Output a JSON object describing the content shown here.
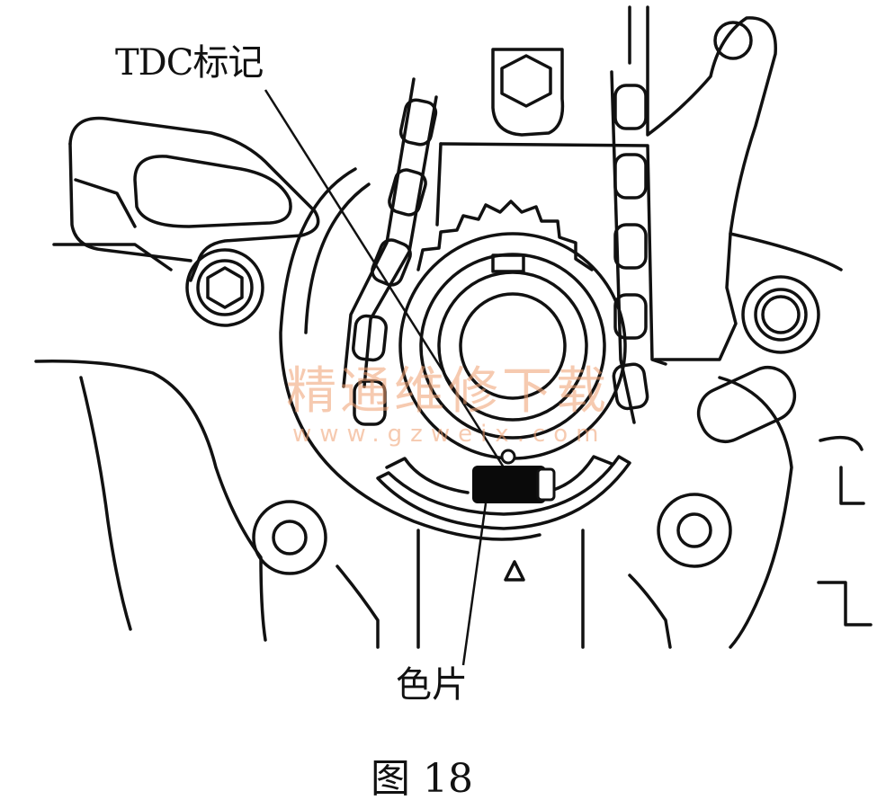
{
  "labels": {
    "tdc_mark": "TDC标记",
    "color_piece": "色片",
    "figure_caption": "图 18"
  },
  "watermark": {
    "text_cn": "精通维修下载",
    "url": "www.gzweix.com",
    "color": "#f0a070"
  },
  "colors": {
    "ink": "#111111",
    "paper": "#ffffff",
    "color_piece_fill": "#0a0a0a"
  }
}
